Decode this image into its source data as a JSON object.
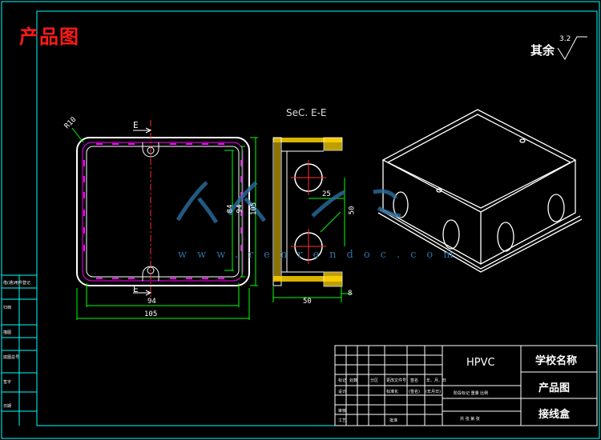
{
  "header": {
    "title": "产品图"
  },
  "finish": {
    "label": "其余",
    "roughness": "3.2"
  },
  "section": {
    "label": "SeC. E-E"
  },
  "front_view": {
    "radius": "R10",
    "cut_top": "E",
    "cut_bottom": "E",
    "dims": {
      "w_inner": "94",
      "w_outer": "105",
      "h1": "84",
      "h2": "94",
      "h3": "105"
    }
  },
  "section_view": {
    "dims": {
      "d25": "25",
      "d50v": "50",
      "d50h": "50",
      "d8": "8"
    }
  },
  "watermark": {
    "text": "www.renrendoc.com"
  },
  "side_labels": [
    "借(通)用件登记",
    "归档",
    "描图",
    "底图总号",
    "签字",
    "日期"
  ],
  "title_block": {
    "material": "HPVC",
    "school": "学校名称",
    "drawing_type": "产品图",
    "part_name": "接线盒",
    "small": {
      "r1": [
        "标记",
        "处数",
        "分区",
        "更改文件号",
        "签名",
        "年、月、日"
      ],
      "r2": [
        "设计",
        "标准化",
        "(签名)",
        "(年月日)"
      ],
      "r3": [
        "审核"
      ],
      "r4": [
        "工艺",
        "批准"
      ],
      "stage": "阶段标记 重量 比例",
      "sheet": "共 张 第 张"
    }
  },
  "colors": {
    "frame": "#00ffff",
    "outline": "#ffffff",
    "inner": "#ff00ff",
    "dim": "#00ff00",
    "title": "#ff1a1a",
    "hatch": "#ffff00",
    "center": "#ff3030",
    "watermark": "#2b6f9f"
  }
}
